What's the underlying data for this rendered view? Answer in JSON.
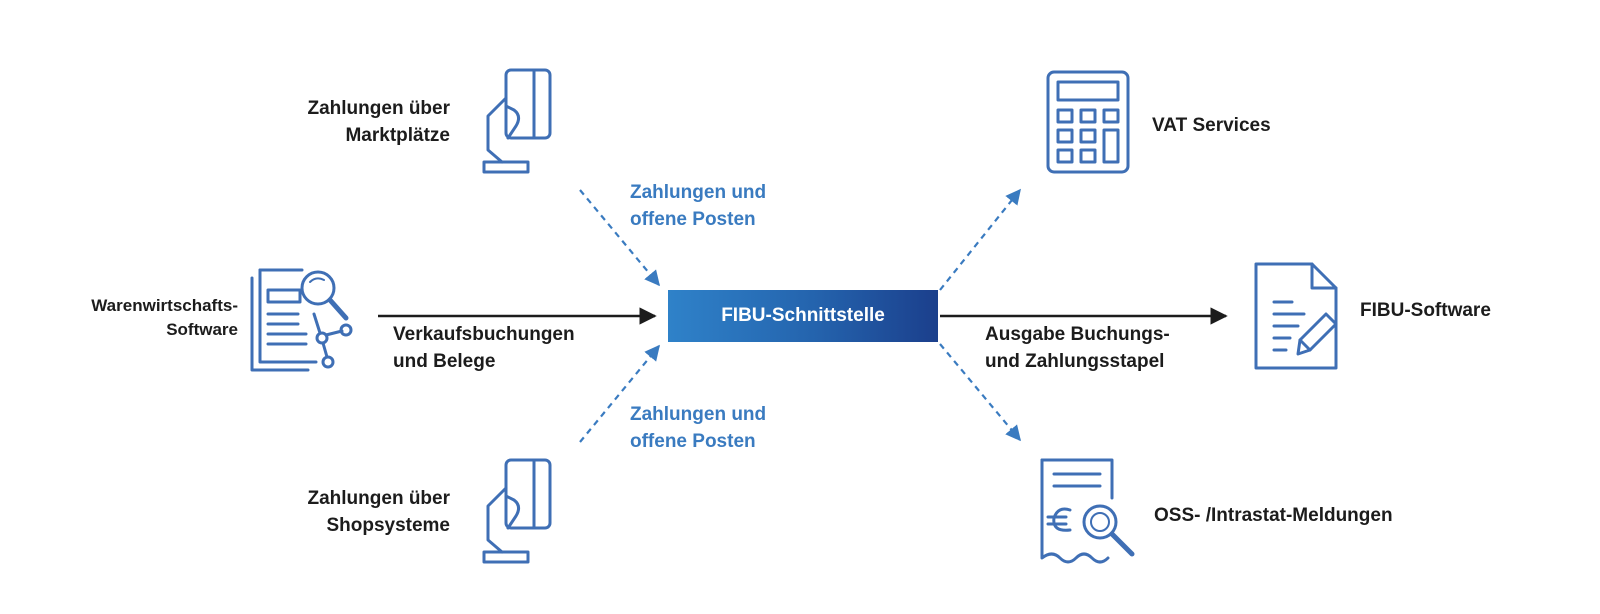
{
  "center": {
    "label": "FIBU-Schnittstelle"
  },
  "sources": {
    "marketplaces": {
      "line1": "Zahlungen über",
      "line2": "Marktplätze",
      "icon": "hand-card-icon"
    },
    "erp": {
      "line1": "Warenwirtschafts-",
      "line2": "Software",
      "icon": "document-search-network-icon"
    },
    "shops": {
      "line1": "Zahlungen über",
      "line2": "Shopsysteme",
      "icon": "hand-card-icon"
    }
  },
  "targets": {
    "vat": {
      "label": "VAT Services",
      "icon": "calculator-icon"
    },
    "fibu": {
      "label": "FIBU-Software",
      "icon": "document-pencil-icon"
    },
    "oss": {
      "label": "OSS- /Intrastat-Meldungen",
      "icon": "euro-receipt-search-icon"
    }
  },
  "flows": {
    "top_in": {
      "line1": "Zahlungen und",
      "line2": "offene Posten"
    },
    "left_in": {
      "line1": "Verkaufsbuchungen",
      "line2": "und Belege"
    },
    "bottom_in": {
      "line1": "Zahlungen und",
      "line2": "offene Posten"
    },
    "right_out": {
      "line1": "Ausgabe Buchungs-",
      "line2": "und Zahlungsstapel"
    }
  },
  "colors": {
    "accent": "#3a7bc0",
    "icon": "#3f6fb5",
    "hub_start": "#2f82c9",
    "hub_end": "#1b3f8c",
    "text": "#1c1c1c"
  }
}
